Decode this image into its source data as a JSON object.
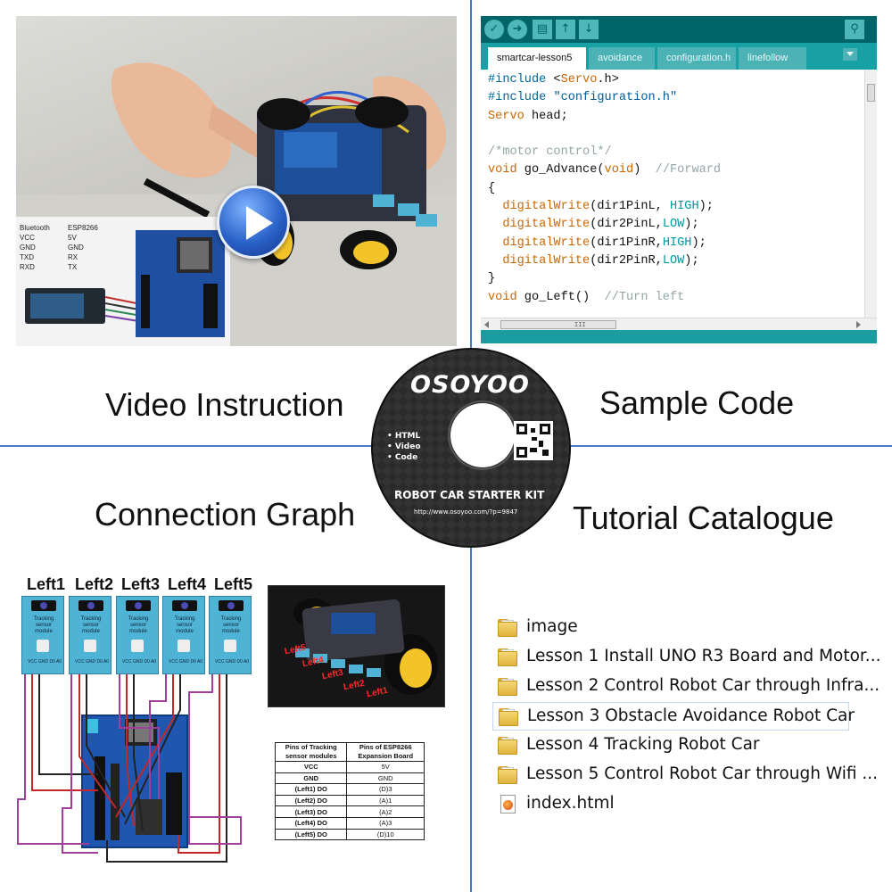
{
  "quadrants": {
    "video_label": "Video Instruction",
    "code_label": "Sample Code",
    "connection_label": "Connection Graph",
    "catalogue_label": "Tutorial Catalogue"
  },
  "video": {
    "pin_table": {
      "headers": [
        "Bluetooth",
        "ESP8266"
      ],
      "rows": [
        [
          "VCC",
          "5V"
        ],
        [
          "GND",
          "GND"
        ],
        [
          "TXD",
          "RX"
        ],
        [
          "RXD",
          "TX"
        ]
      ]
    }
  },
  "ide": {
    "tabs": [
      "smartcar-lesson5",
      "avoidance",
      "configuration.h",
      "linefollow"
    ],
    "active_tab": "smartcar-lesson5",
    "toolbar_icons": [
      "verify-icon",
      "upload-icon",
      "new-icon",
      "open-icon",
      "save-icon",
      "serial-monitor-icon"
    ],
    "scroll_grip": "III"
  },
  "cd": {
    "brand": "OSOYOO",
    "items": [
      "• HTML",
      "• Video",
      "• Code"
    ],
    "title": "ROBOT CAR STARTER KIT",
    "url": "http://www.osoyoo.com/?p=9847"
  },
  "connection": {
    "sensors": [
      "Left1",
      "Left2",
      "Left3",
      "Left4",
      "Left5"
    ],
    "sensor_caption": "Tracking sensor module",
    "sensor_pins": "VCC GND D0 A0",
    "table": {
      "headers": [
        "Pins of Tracking sensor modules",
        "Pins of ESP8266 Expansion Board"
      ],
      "rows": [
        [
          "VCC",
          "5V"
        ],
        [
          "GND",
          "GND"
        ],
        [
          "(Left1) DO",
          "(D)3"
        ],
        [
          "(Left2) DO",
          "(A)1"
        ],
        [
          "(Left3) DO",
          "(A)2"
        ],
        [
          "(Left4) DO",
          "(A)3"
        ],
        [
          "(Left5) DO",
          "(D)10"
        ]
      ]
    },
    "photo_labels": [
      "Left5",
      "Left4",
      "Left3",
      "Left2",
      "Left1"
    ]
  },
  "catalogue": {
    "items": [
      {
        "name": "image",
        "icon": "folder-icon"
      },
      {
        "name": "Lesson 1 Install UNO R3 Board and Motor...",
        "icon": "folder-icon"
      },
      {
        "name": "Lesson 2 Control Robot Car through Infra...",
        "icon": "folder-icon"
      },
      {
        "name": "Lesson 3 Obstacle Avoidance Robot Car",
        "icon": "folder-icon"
      },
      {
        "name": "Lesson 4 Tracking Robot Car",
        "icon": "folder-icon"
      },
      {
        "name": "Lesson 5 Control Robot Car through Wifi ...",
        "icon": "folder-icon"
      },
      {
        "name": "index.html",
        "icon": "html-file-icon"
      }
    ],
    "selected": "Lesson 3 Obstacle Avoidance Robot Car"
  },
  "colors": {
    "divider": "#4a78c8",
    "ide_teal": "#1a9da1",
    "ide_toolbar": "#006468",
    "sensor_blue": "#4fb3d6",
    "folder_yellow": "#e0b23d",
    "play_blue": "#2a62c8"
  }
}
